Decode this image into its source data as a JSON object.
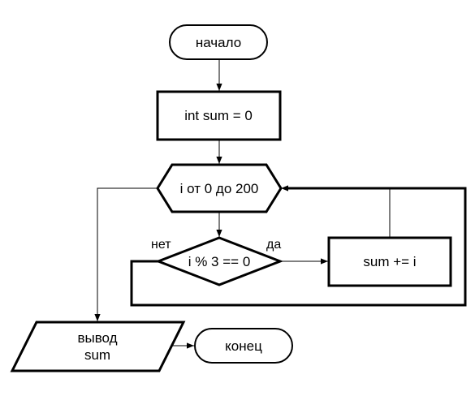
{
  "nodes": {
    "start": {
      "label": "начало"
    },
    "init": {
      "label": "int sum = 0"
    },
    "loop": {
      "label": "i от 0 до 200"
    },
    "condition": {
      "label": "i % 3 == 0"
    },
    "add": {
      "label": "sum += i"
    },
    "output": {
      "line1": "вывод",
      "line2": "sum"
    },
    "end": {
      "label": "конец"
    }
  },
  "edge_labels": {
    "no": "нет",
    "yes": "да"
  },
  "colors": {
    "stroke": "#000000",
    "fill": "#ffffff"
  }
}
